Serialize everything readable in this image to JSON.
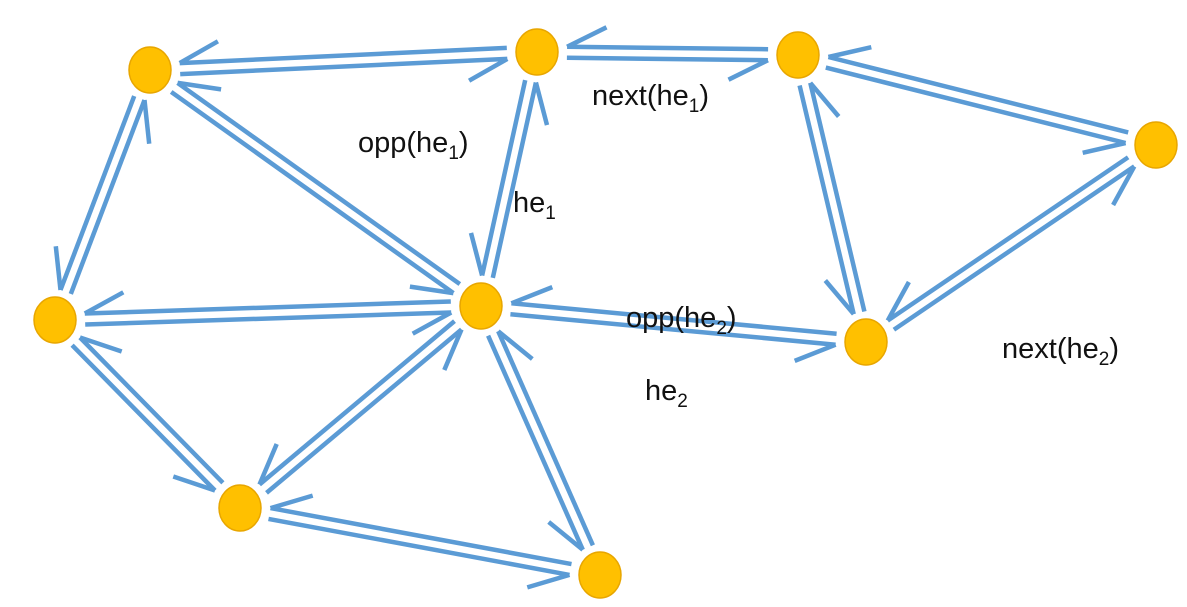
{
  "colors": {
    "edge": "#5b9bd5",
    "vertex_fill": "#ffc000",
    "vertex_stroke": "#e8a600",
    "text": "#111111"
  },
  "labels": {
    "next_he1": {
      "main": "next(he",
      "sub": "1",
      "close": ")"
    },
    "opp_he1": {
      "main": "opp(he",
      "sub": "1",
      "close": ")"
    },
    "he1": {
      "main": "he",
      "sub": "1",
      "close": ""
    },
    "opp_he2": {
      "main": "opp(he",
      "sub": "2",
      "close": ")"
    },
    "he2": {
      "main": "he",
      "sub": "2",
      "close": ""
    },
    "next_he2": {
      "main": "next(he",
      "sub": "2",
      "close": ")"
    }
  }
}
